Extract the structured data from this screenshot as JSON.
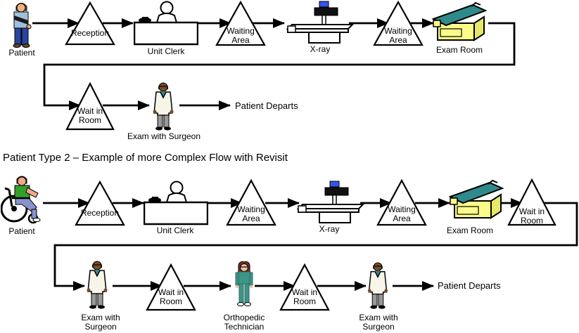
{
  "heading": {
    "text": "Patient Type 2 – Example of more Complex Flow with Revisit"
  },
  "colors": {
    "line": "#000000",
    "exam_room_yellow": "#FBFB8B",
    "exam_room_teal": "#2F8B8B",
    "scrub_teal": "#3D9488",
    "surgeon_coat": "#F7F4E8",
    "xray_screen_blue": "#3355EE",
    "patient1_shirt": "#9FC0DC",
    "patient1_pants": "#27459E",
    "patient2_shirt": "#33A02C",
    "patient2_pants": "#8892CC"
  },
  "flow1": {
    "nodes": {
      "patient": {
        "label": "Patient"
      },
      "reception": {
        "label": "Reception"
      },
      "unit_clerk": {
        "label": "Unit Clerk"
      },
      "waiting_area_1": {
        "label": "Waiting\nArea"
      },
      "xray": {
        "label": "X-ray"
      },
      "waiting_area_2": {
        "label": "Waiting\nArea"
      },
      "exam_room": {
        "label": "Exam Room"
      },
      "wait_in_room": {
        "label": "Wait in\nRoom"
      },
      "exam_with_surgeon": {
        "label": "Exam with Surgeon"
      },
      "patient_departs": {
        "label": "Patient Departs"
      }
    }
  },
  "flow2": {
    "nodes": {
      "patient": {
        "label": "Patient"
      },
      "reception": {
        "label": "Reception"
      },
      "unit_clerk": {
        "label": "Unit Clerk"
      },
      "waiting_area_1": {
        "label": "Waiting\nArea"
      },
      "xray": {
        "label": "X-ray"
      },
      "waiting_area_2": {
        "label": "Waiting\nArea"
      },
      "exam_room": {
        "label": "Exam Room"
      },
      "wait_in_room_1": {
        "label": "Wait in\nRoom"
      },
      "exam_with_surgeon_1": {
        "label": "Exam with\nSurgeon"
      },
      "wait_in_room_2": {
        "label": "Wait in\nRoom"
      },
      "orthopedic_technician": {
        "label": "Orthopedic\nTechnician"
      },
      "wait_in_room_3": {
        "label": "Wait in\nRoom"
      },
      "exam_with_surgeon_2": {
        "label": "Exam with\nSurgeon"
      },
      "patient_departs": {
        "label": "Patient Departs"
      }
    }
  }
}
